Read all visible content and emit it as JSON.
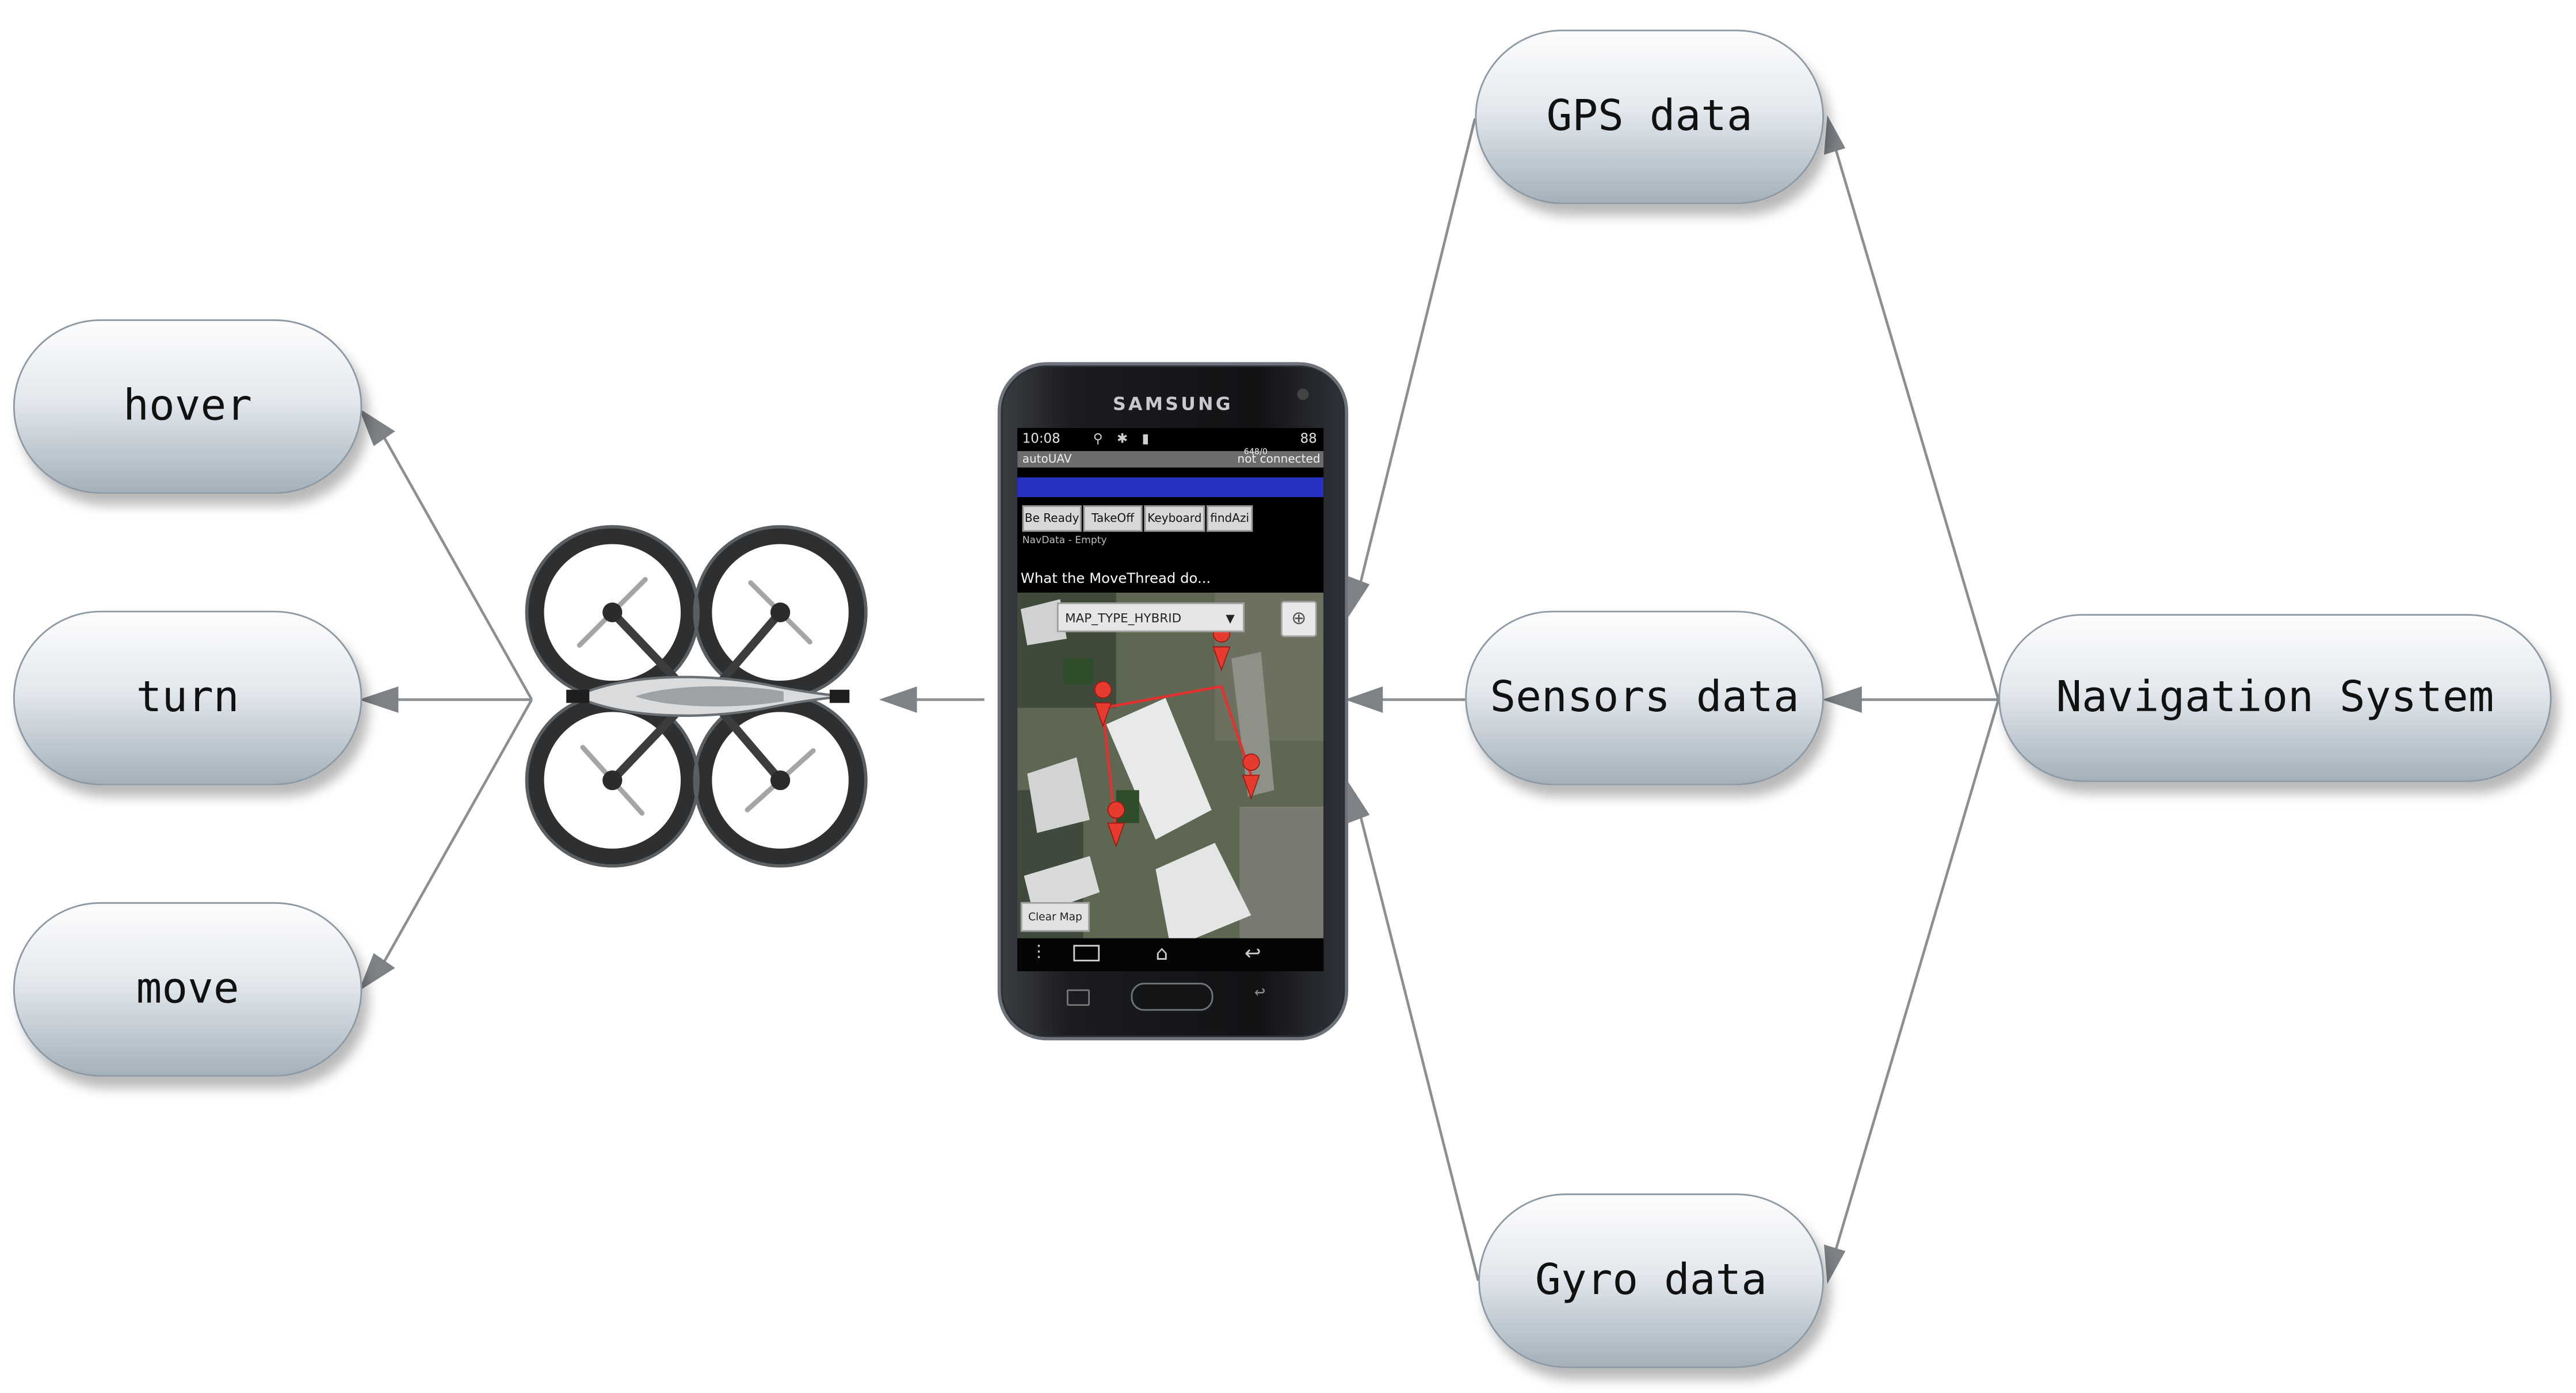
{
  "diagram": {
    "left_actions": [
      {
        "label": "hover"
      },
      {
        "label": "turn"
      },
      {
        "label": "move"
      }
    ],
    "right_inputs": [
      {
        "label": "GPS data"
      },
      {
        "label": "Sensors data"
      },
      {
        "label": "Gyro data"
      }
    ],
    "source": {
      "label": "Navigation System"
    },
    "colors": {
      "node_top": "#fdfdfe",
      "node_bottom": "#a4b1bb",
      "arrow": "#8a8f94"
    }
  },
  "phone": {
    "brand": "SAMSUNG",
    "status_time": "10:08",
    "status_battery": "88",
    "app_title": "autoUAV",
    "counter": "648/0",
    "connection": "not connected",
    "buttons": [
      "Be Ready",
      "TakeOff",
      "Keyboard",
      "findAzi"
    ],
    "navdata": "NavData - Empty",
    "message": "What the MoveThread do...",
    "map_type": "MAP_TYPE_HYBRID",
    "clear_button": "Clear Map"
  }
}
